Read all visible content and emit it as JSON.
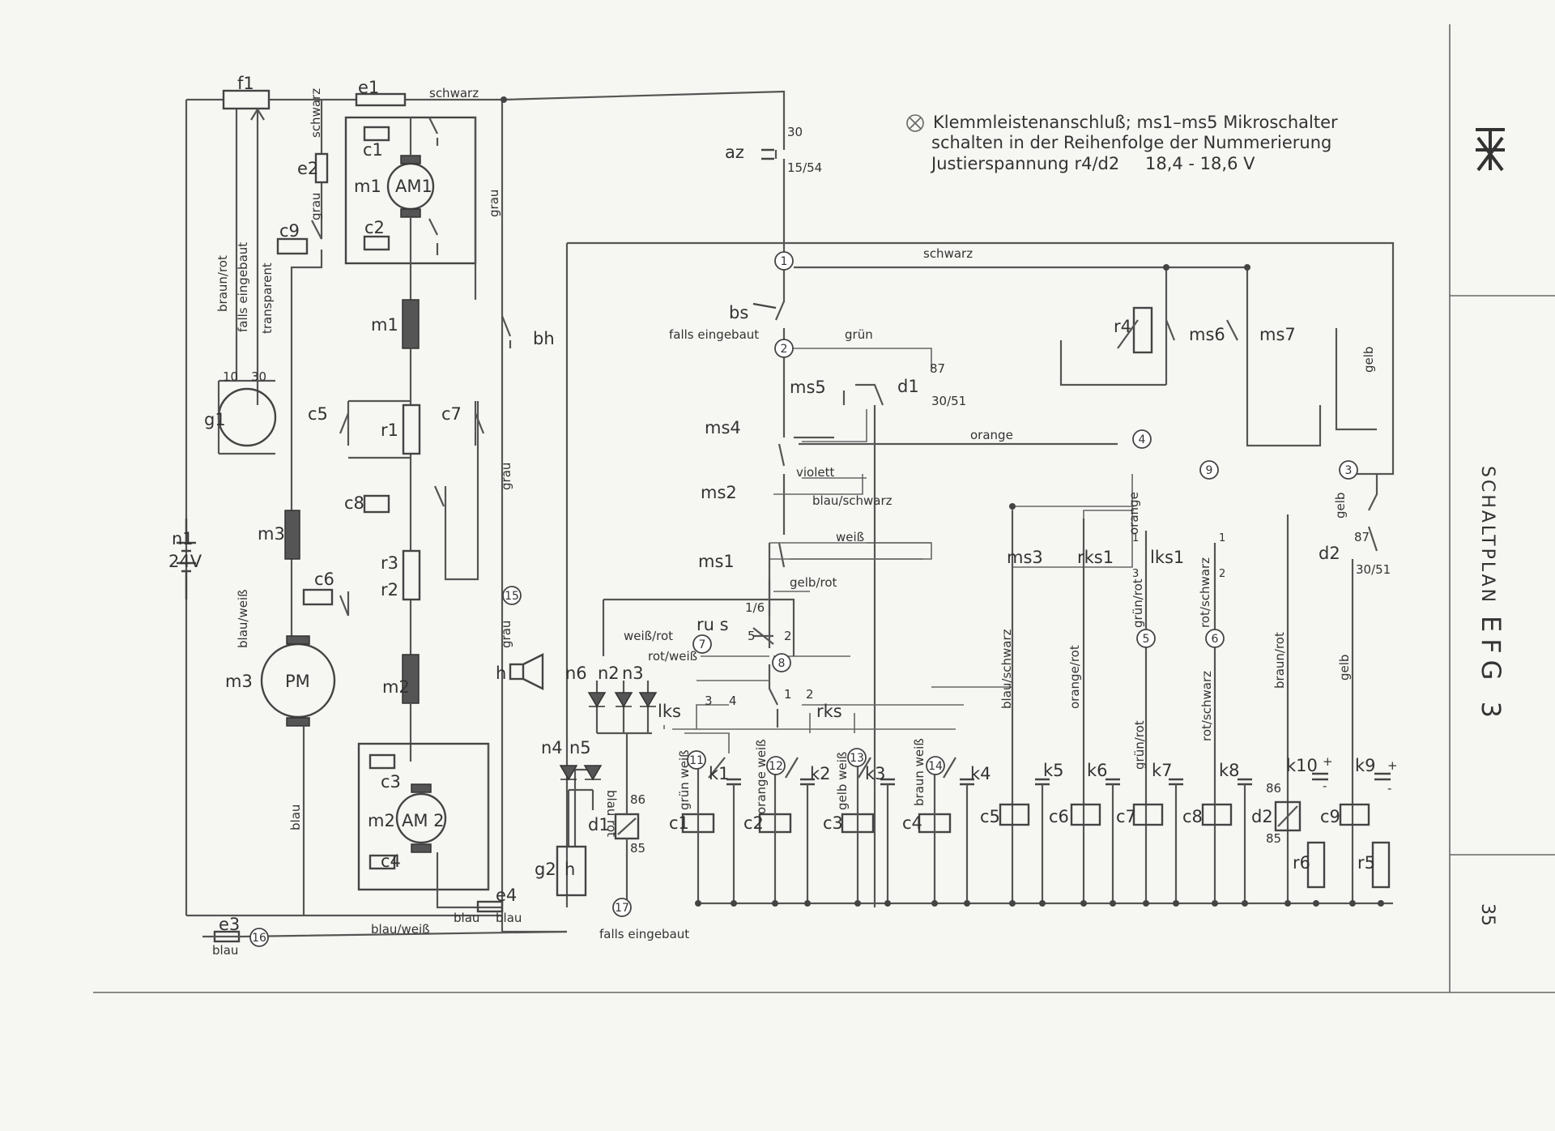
{
  "title_block": {
    "plan_title": "SCHALTPLAN",
    "model": "EFG 3",
    "page_number": "35",
    "logo": "dkk"
  },
  "notes": {
    "line1": "Klemmleistenanschluß; ms1–ms5 Mikroschalter",
    "line2": "schalten in der Reihenfolge der Nummerierung",
    "line3_label": "Justierspannung r4/d2",
    "line3_value": "18,4 - 18,6 V"
  },
  "wire_colors": {
    "schwarz_top": "schwarz",
    "schwarz_right": "schwarz",
    "schwarz_vert": "schwarz",
    "grau1": "grau",
    "grau2": "grau",
    "grau3": "grau",
    "grau4": "grau",
    "braun_rot": "braun/rot",
    "falls_eingebaut_left": "falls eingebaut",
    "transparent": "transparent",
    "blau_weiss_left": "blau/weiß",
    "blau_left": "blau",
    "gruen": "grün",
    "orange": "orange",
    "violett": "violett",
    "blau_schwarz": "blau/schwarz",
    "weiss": "weiß",
    "gelb_rot": "gelb/rot",
    "weiss_rot": "weiß/rot",
    "rot_weiss": "rot/weiß",
    "blau_rot": "blau rot",
    "gelb_right": "gelb",
    "gelb2": "gelb",
    "gelb3": "gelb",
    "blau_schwarz_k5": "blau/schwarz",
    "orange_rot": "orange/rot",
    "gruen_rot_a": "grün/rot",
    "gruen_rot_b": "grün/rot",
    "rot_schwarz_a": "rot/schwarz",
    "rot_schwarz_b": "rot/schwarz",
    "braun_rot_k10": "braun/rot",
    "orange_k": "orange",
    "gruen_weiss": "grün weiß",
    "orange_weiss": "orange weiß",
    "gelb_weiss": "gelb weiß",
    "braun_weiss": "braun weiß",
    "blau_weiss_bottom": "blau/weiß",
    "blau_e3": "blau",
    "blau_e4a": "blau",
    "blau_e4b": "blau",
    "falls_eingebaut_bs": "falls eingebaut",
    "falls_eingebaut_g2": "falls eingebaut"
  },
  "components": {
    "f1": "f1",
    "e1": "e1",
    "e2": "e2",
    "e3": "e3",
    "e4": "e4",
    "az": "az",
    "az_30": "30",
    "az_1554": "15/54",
    "c1": "c1",
    "c2": "c2",
    "c9": "c9",
    "m1_label": "m1",
    "am1": "AM1",
    "m1b": "m1",
    "c5": "c5",
    "c7": "c7",
    "r1": "r1",
    "c8": "c8",
    "g1": "g1",
    "g1_10": "10",
    "g1_30": "30",
    "n1": "n1",
    "n1_v": "24V",
    "m3": "m3",
    "m3b": "m3",
    "pm": "PM",
    "c6": "c6",
    "r3": "r3",
    "r2": "r2",
    "m2": "m2",
    "c3": "c3",
    "c4": "c4",
    "m2_label": "m2",
    "am2": "AM 2",
    "bh": "bh",
    "h": "h",
    "bs": "bs",
    "ms1": "ms1",
    "ms2": "ms2",
    "ms3": "ms3",
    "ms4": "ms4",
    "ms5": "ms5",
    "ms6": "ms6",
    "ms7": "ms7",
    "d1": "d1",
    "d1_87": "87",
    "d1_3051": "30/51",
    "d1b": "d1",
    "d1b_86": "86",
    "d1b_85": "85",
    "d2": "d2",
    "d2_87": "87",
    "d2_3051": "30/51",
    "d2b": "d2",
    "d2b_86": "86",
    "d2b_85": "85",
    "r4": "r4",
    "rus": "ru s",
    "rus_16": "1/6",
    "rus_5": "5",
    "rus_2": "2",
    "n2": "n2",
    "n3": "n3",
    "n4": "n4",
    "n5": "n5",
    "n6": "n6",
    "lks": "lks",
    "rks": "rks",
    "rks1": "rks1",
    "lks1": "lks1",
    "g2": "g2",
    "g2h": "h",
    "k1": "k1",
    "k2": "k2",
    "k3": "k3",
    "k4": "k4",
    "k5": "k5",
    "k6": "k6",
    "k7": "k7",
    "k8": "k8",
    "k9": "k9",
    "k10": "k10",
    "c1b": "c1",
    "c2b": "c2",
    "c3b": "c3",
    "c4b": "c4",
    "c5b": "c5",
    "c6b": "c6",
    "c7b": "c7",
    "c8b": "c8",
    "c9b": "c9",
    "r5": "r5",
    "r6": "r6",
    "plus1": "+",
    "minus1": "-",
    "plus2": "+",
    "minus2": "-",
    "sw1": "1",
    "sw2": "2",
    "sw3": "3",
    "sw4": "4",
    "lks1_1": "1",
    "lks1_2": "2",
    "lks1_3": "3",
    "lks1_1b": "1"
  },
  "terminals": [
    "1",
    "2",
    "3",
    "4",
    "5",
    "6",
    "7",
    "8",
    "9",
    "11",
    "12",
    "13",
    "14",
    "15",
    "16",
    "17"
  ],
  "legend_symbol": "⊗"
}
